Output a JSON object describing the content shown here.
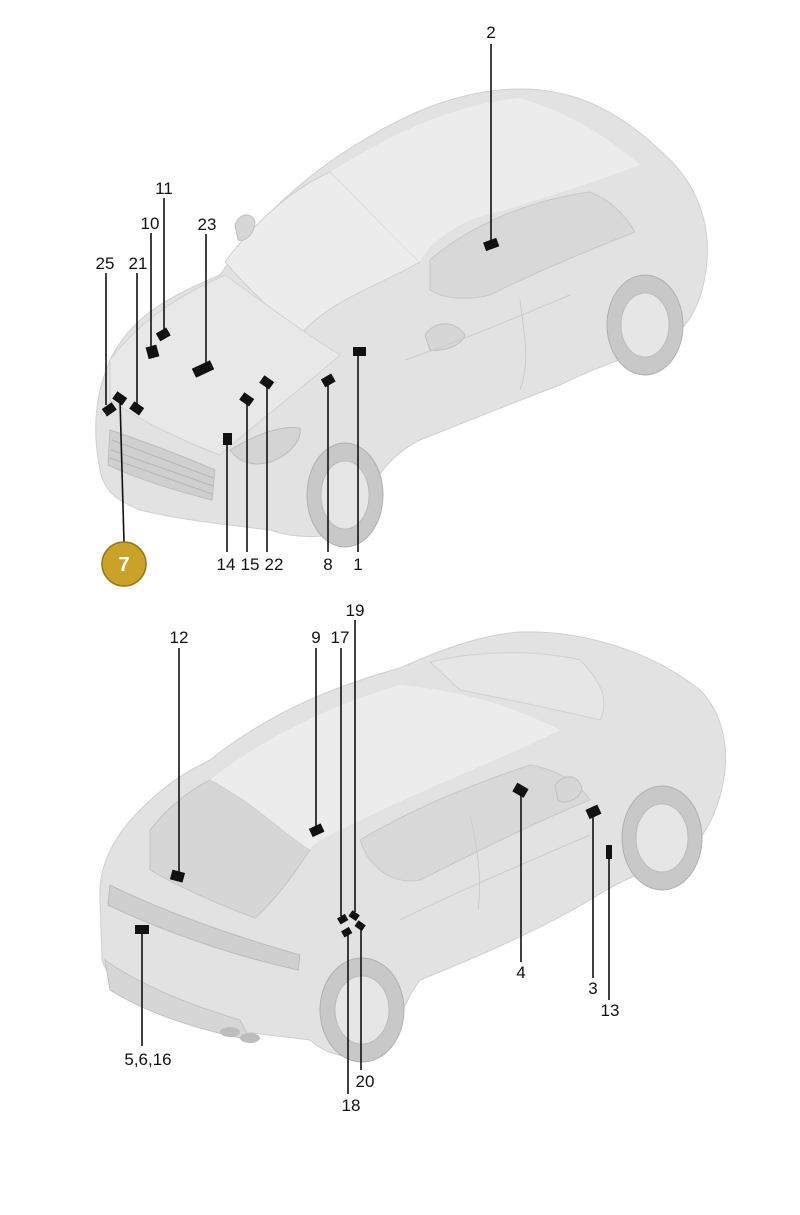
{
  "colors": {
    "car_body": "#dcdcdc",
    "car_shadow": "#c6c6c6",
    "car_light": "#ececec",
    "marker": "#111111",
    "highlight_fill": "#c9a227",
    "highlight_stroke": "#9a7a10",
    "highlight_text": "#ffffff"
  },
  "front_view": {
    "labels": {
      "l2": "2",
      "l11": "11",
      "l10": "10",
      "l23": "23",
      "l25": "25",
      "l21": "21",
      "l14": "14",
      "l15": "15",
      "l22": "22",
      "l8": "8",
      "l1": "1"
    },
    "highlight": {
      "label": "7"
    }
  },
  "rear_view": {
    "labels": {
      "l12": "12",
      "l9": "9",
      "l17": "17",
      "l19": "19",
      "l4": "4",
      "l3": "3",
      "l13": "13",
      "l5_6_16": "5,6,16",
      "l20": "20",
      "l18": "18"
    }
  }
}
